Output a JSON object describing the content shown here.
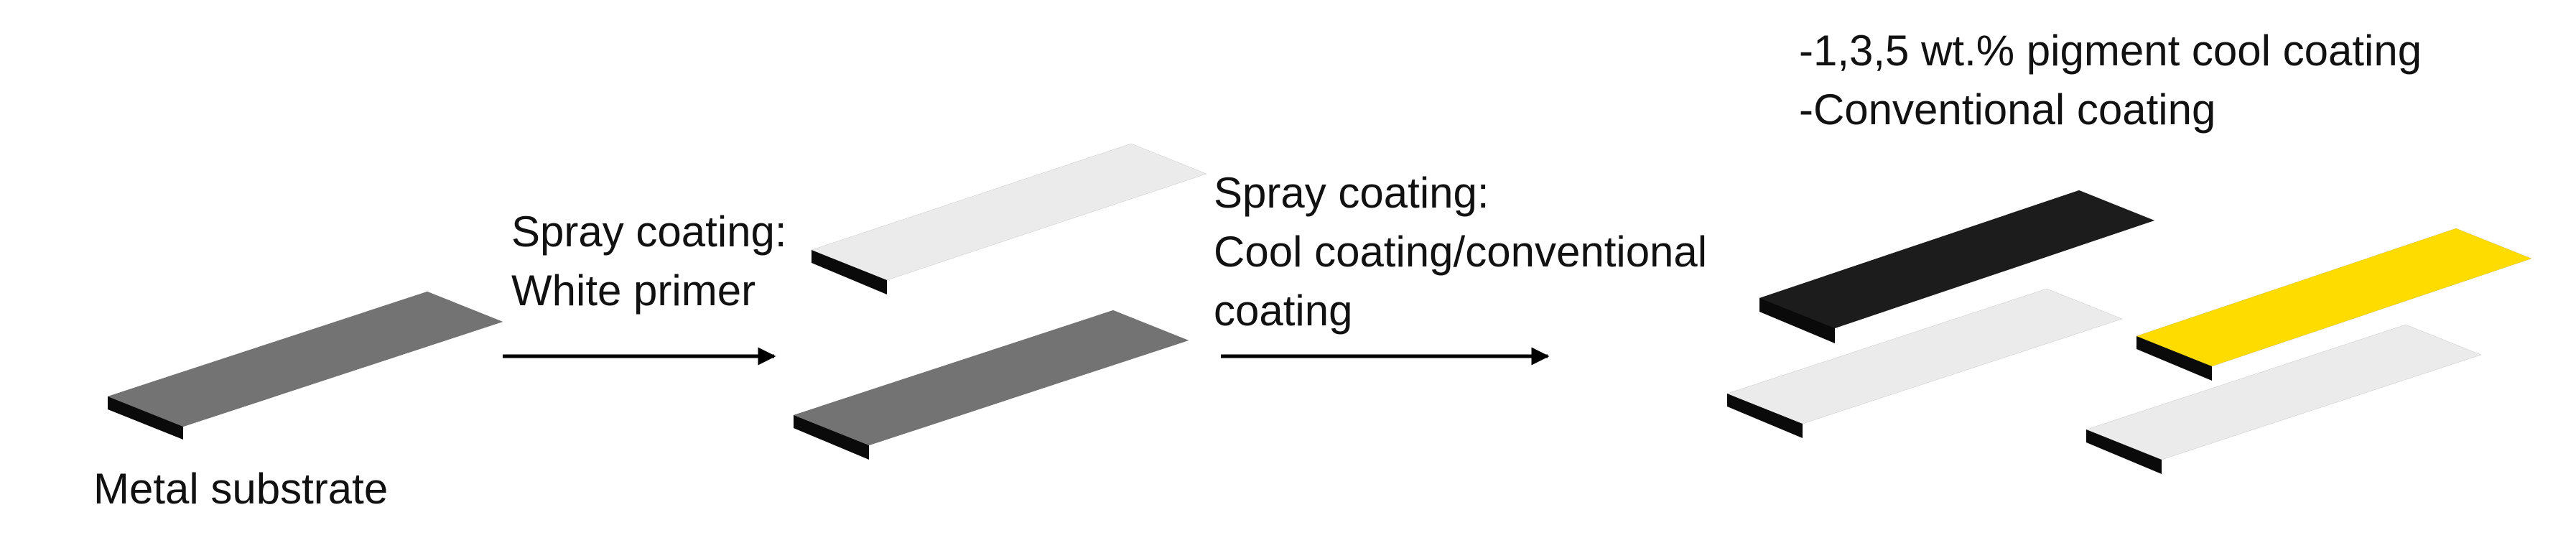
{
  "labels": {
    "metal_substrate": "Metal substrate",
    "step1_title": "Spray coating:",
    "step1_detail": "White primer",
    "step2_title": "Spray coating:",
    "step2_detail_line1": "Cool coating/conventional",
    "step2_detail_line2": "coating",
    "coating_type_1": "-1,3,5 wt.% pigment cool coating",
    "coating_type_2": "-Conventional coating"
  },
  "colors": {
    "metal_substrate": "#737373",
    "white_primer": "#ebebeb",
    "cool_coating": "#1c1c1c",
    "conventional_coating": "#ffdc00",
    "edge": "#0a0a0a",
    "arrow": "#000000",
    "text": "#111111"
  }
}
